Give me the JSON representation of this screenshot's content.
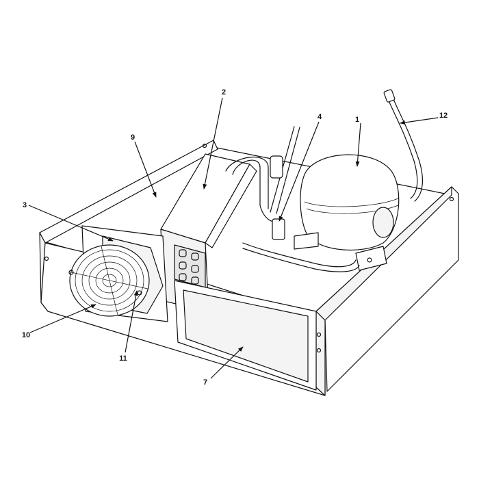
{
  "diagram": {
    "callouts": [
      {
        "id": "c1",
        "label": "1"
      },
      {
        "id": "c2",
        "label": "2"
      },
      {
        "id": "c3",
        "label": "3"
      },
      {
        "id": "c4",
        "label": "4"
      },
      {
        "id": "c7",
        "label": "7"
      },
      {
        "id": "c9",
        "label": "9"
      },
      {
        "id": "c10",
        "label": "10"
      },
      {
        "id": "c11",
        "label": "11"
      },
      {
        "id": "c12",
        "label": "12"
      }
    ]
  }
}
